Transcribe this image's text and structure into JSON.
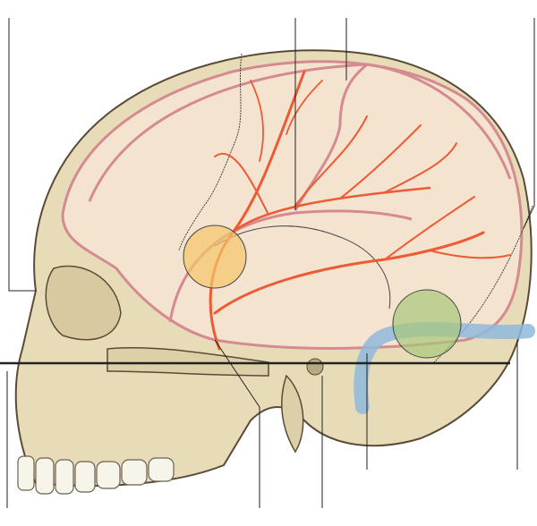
{
  "colors": {
    "bone": "#e8dcb8",
    "bone_inner": "#f3e3cf",
    "outline": "#5a4a36",
    "artery": "#ee5a35",
    "sinus": "#d48a90",
    "orange_highlight": "#f5c56a",
    "green_highlight": "#a9c77a",
    "vein_blue": "#8fb8dc",
    "leader": "#222222"
  },
  "highlights": [
    {
      "name": "pterion-region",
      "color": "orange"
    },
    {
      "name": "asterion-region",
      "color": "green"
    }
  ],
  "leader_line_count": 10
}
